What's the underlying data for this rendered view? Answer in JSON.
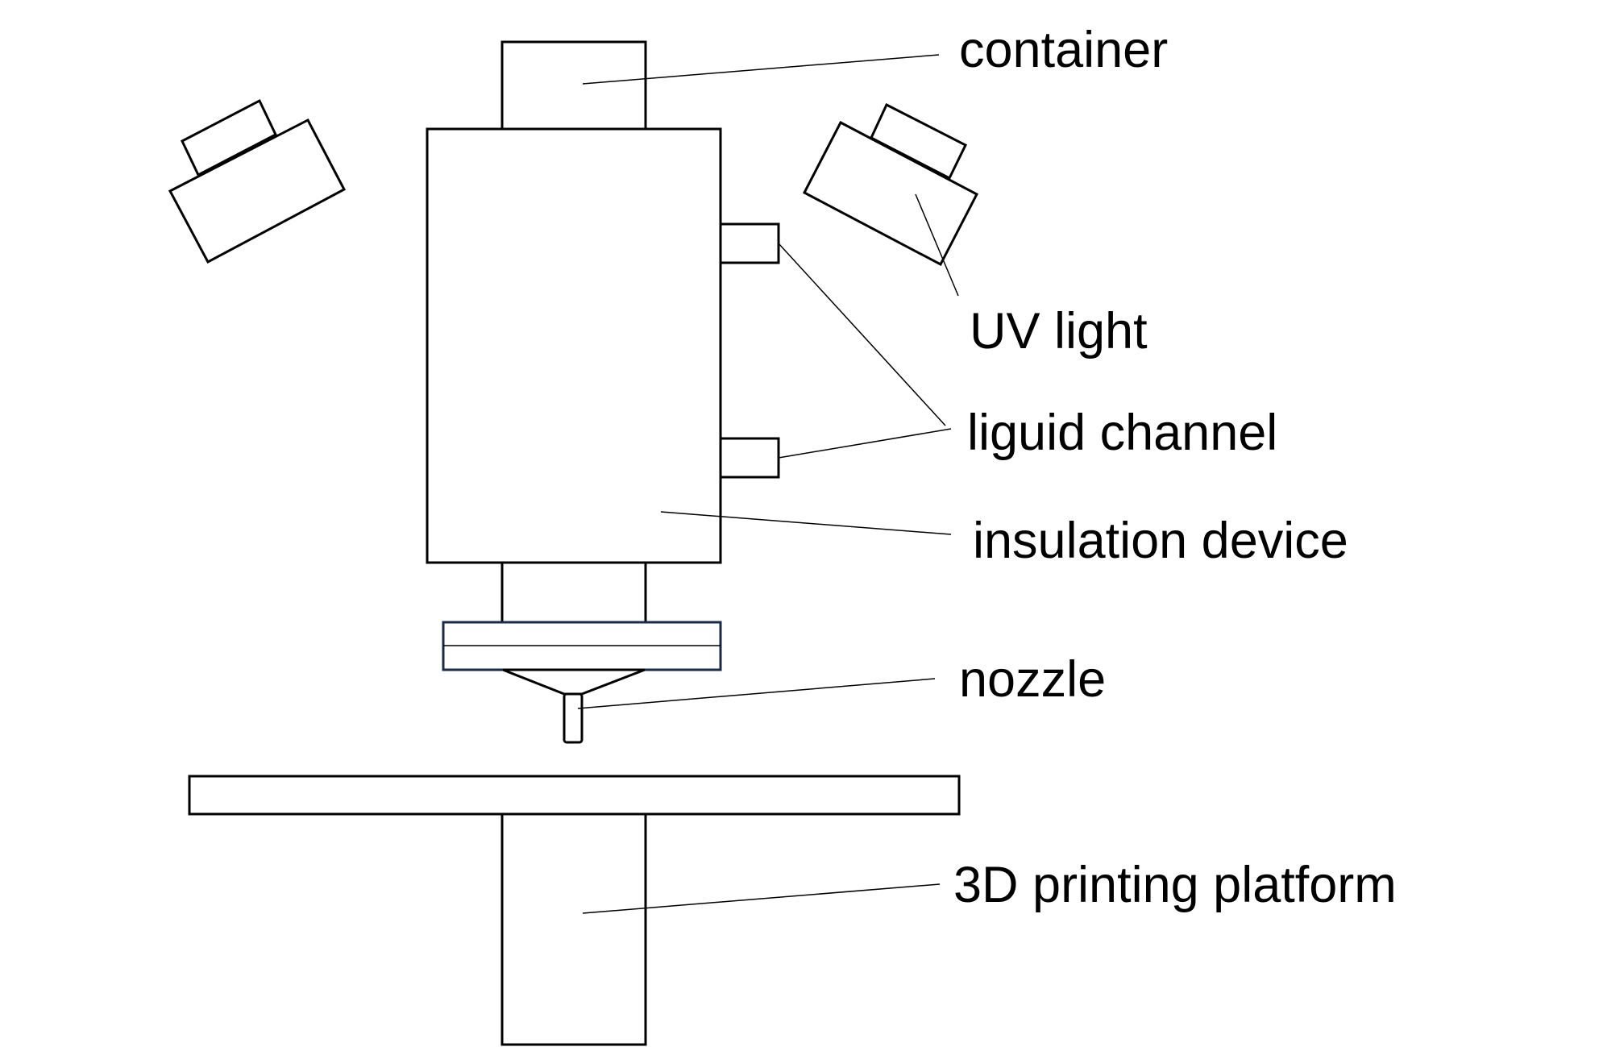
{
  "labels": {
    "container": "container",
    "uv_light": "UV light",
    "liquid_channel": "liguid channel",
    "insulation_device": "insulation device",
    "nozzle": "nozzle",
    "printing_platform": "3D printing platform"
  },
  "colors": {
    "stroke": "#000000",
    "nozzle_ring": "#1b2a45",
    "background": "#ffffff"
  }
}
